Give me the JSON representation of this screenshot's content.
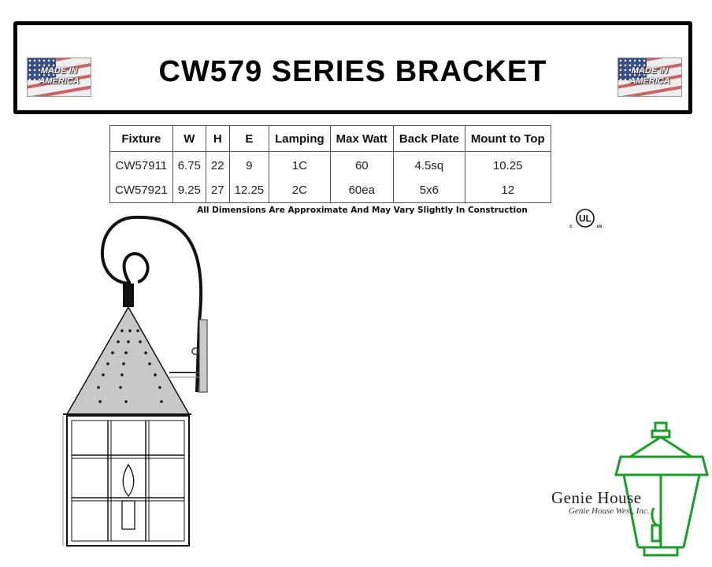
{
  "header": {
    "title": "CW579 SERIES BRACKET",
    "badge_text": "MADE IN AMERICA"
  },
  "table": {
    "columns": [
      "Fixture",
      "W",
      "H",
      "E",
      "Lamping",
      "Max Watt",
      "Back Plate",
      "Mount to Top"
    ],
    "rows": [
      [
        "CW57911",
        "6.75",
        "22",
        "9",
        "1C",
        "60",
        "4.5sq",
        "10.25"
      ],
      [
        "CW57921",
        "9.25",
        "27",
        "12.25",
        "2C",
        "60ea",
        "5x6",
        "12"
      ]
    ]
  },
  "note": "All Dimensions Are Approximate And May Vary Slightly In Construction",
  "certification": {
    "icon": "ul-listed-icon",
    "mark": "UL",
    "left": "c",
    "right": "us"
  },
  "illustration": {
    "icon": "lantern-bracket-icon"
  },
  "brand": {
    "name_part1": "Genie",
    "name_part2": "House",
    "subtitle": "Genie House West, Inc.",
    "logo_color": "#1a9e2a"
  }
}
